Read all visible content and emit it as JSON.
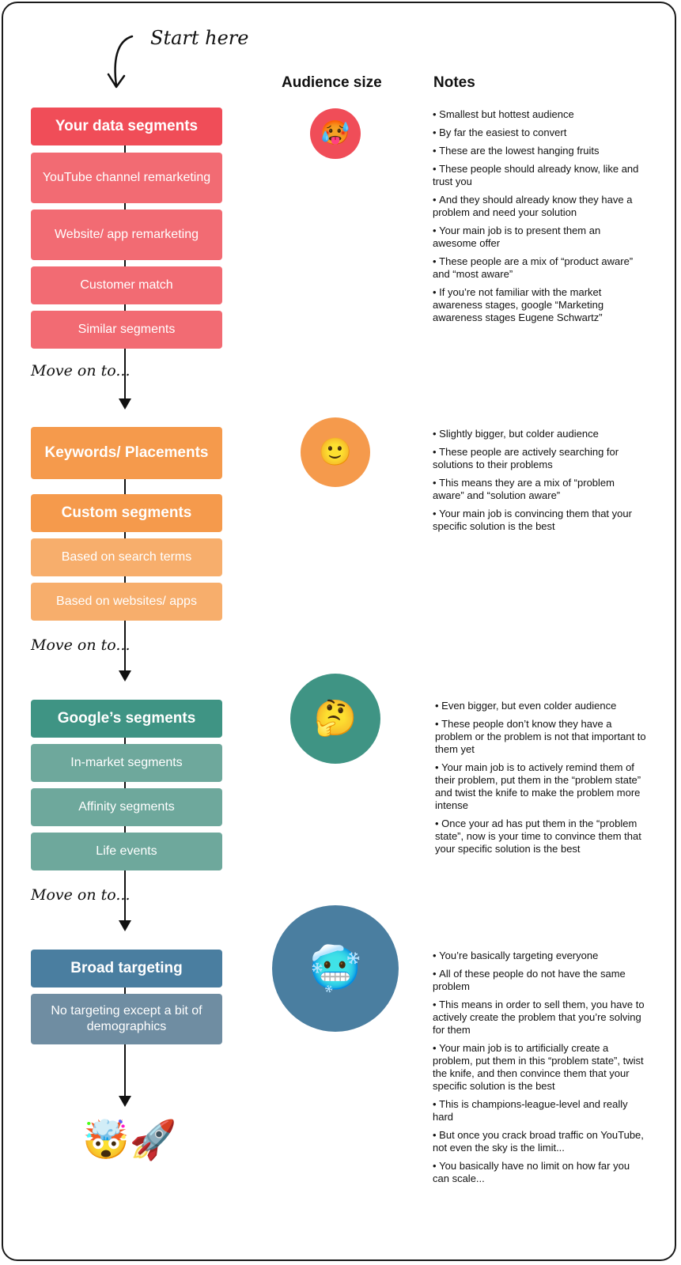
{
  "start_label": "Start here",
  "column_headers": {
    "audience_size": "Audience size",
    "notes": "Notes"
  },
  "move_on_label": "Move on to...",
  "colors": {
    "red_head": "#f04d58",
    "red_sub": "#f26b73",
    "orange_head": "#f59a4c",
    "orange_sub": "#f7ae6c",
    "teal_head": "#3f9484",
    "teal_sub": "#6ea89c",
    "blue_head": "#4a7ea0",
    "blue_sub": "#6f8da2"
  },
  "sections": [
    {
      "heading": "Your data segments",
      "items": [
        "YouTube channel remarketing",
        "Website/ app remarketing",
        "Customer match",
        "Similar segments"
      ],
      "emoji": "🥵",
      "circle_color": "#f04d58",
      "notes": [
        "Smallest but hottest audience",
        "By far the easiest to convert",
        "These are the lowest hanging fruits",
        "These people should already know, like and trust you",
        "And they should already know they have a problem and need your solution",
        "Your main job is to present them an awesome offer",
        "These people are a mix of “product aware” and “most aware”",
        "If you’re not familiar with the market awareness stages, google “Marketing awareness stages Eugene Schwartz”"
      ]
    },
    {
      "heading": "Keywords/ Placements",
      "heading2": "Custom segments",
      "items": [
        "Based on search terms",
        "Based on websites/ apps"
      ],
      "emoji": "🙂",
      "circle_color": "#f59a4c",
      "notes": [
        "Slightly bigger, but colder audience",
        "These people are actively searching for solutions to their problems",
        "This means they are a mix of “problem aware” and “solution aware”",
        "Your main job is convincing them that your specific solution is the best"
      ]
    },
    {
      "heading": "Google’s segments",
      "items": [
        "In-market segments",
        "Affinity segments",
        "Life events"
      ],
      "emoji": "🤔",
      "circle_color": "#3f9484",
      "notes": [
        "Even bigger, but even colder audience",
        "These people don’t know they have a problem or the problem is not that important to them yet",
        "Your main job is to actively remind them of their problem, put them in the “problem state” and twist the knife to make the problem more intense",
        "Once your ad has put them in the “problem state”, now is your time to convince them that your specific solution is the best"
      ]
    },
    {
      "heading": "Broad targeting",
      "items": [
        "No targeting except a bit of demographics"
      ],
      "emoji": "🥶",
      "circle_color": "#4a7ea0",
      "notes": [
        "You’re basically targeting everyone",
        "All of these people do not have the same problem",
        "This means in order to sell them, you have to actively create the problem that you’re solving for them",
        "Your main job is to artificially create a problem, put them in this “problem state”, twist the knife, and then convince them that your specific solution is the best",
        "This is champions-league-level and really hard",
        "But once you crack broad traffic on YouTube, not even the sky is the limit...",
        "You basically have no limit on how far you can scale..."
      ]
    }
  ],
  "final_emojis": "🤯🚀"
}
